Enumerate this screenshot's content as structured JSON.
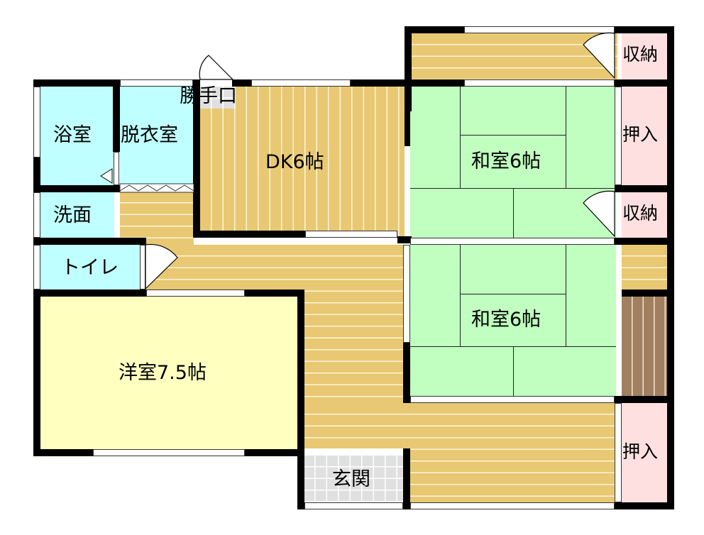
{
  "floor_plan": {
    "title": "",
    "rooms": [
      {
        "id": "bath",
        "label": "浴室",
        "type": "bathroom"
      },
      {
        "id": "dressing",
        "label": "脱衣室",
        "type": "dressing-room"
      },
      {
        "id": "service_entrance",
        "label": "勝手口",
        "type": "service-entrance"
      },
      {
        "id": "dk",
        "label": "DK6帖",
        "type": "dining-kitchen",
        "size_jo": 6
      },
      {
        "id": "washroom",
        "label": "洗面",
        "type": "washroom"
      },
      {
        "id": "toilet",
        "label": "トイレ",
        "type": "toilet"
      },
      {
        "id": "western",
        "label": "洋室7.5帖",
        "type": "western-room",
        "size_jo": 7.5
      },
      {
        "id": "washitsu_1",
        "label": "和室6帖",
        "type": "japanese-room",
        "size_jo": 6
      },
      {
        "id": "washitsu_2",
        "label": "和室6帖",
        "type": "japanese-room",
        "size_jo": 6
      },
      {
        "id": "storage_1",
        "label": "収納",
        "type": "storage"
      },
      {
        "id": "oshiire_1",
        "label": "押入",
        "type": "closet"
      },
      {
        "id": "storage_2",
        "label": "収納",
        "type": "storage"
      },
      {
        "id": "oshiire_2",
        "label": "押入",
        "type": "closet"
      },
      {
        "id": "genkan",
        "label": "玄関",
        "type": "entrance"
      }
    ],
    "colors": {
      "wood_floor": "#e8c872",
      "wet_area": "#c0ffff",
      "western_room": "#ffffc0",
      "tatami": "#c0ffc0",
      "closet": "#ffe0e0",
      "entrance_tile": "#e0e0e0",
      "stairs": "#a08060",
      "wall": "#000000"
    }
  }
}
